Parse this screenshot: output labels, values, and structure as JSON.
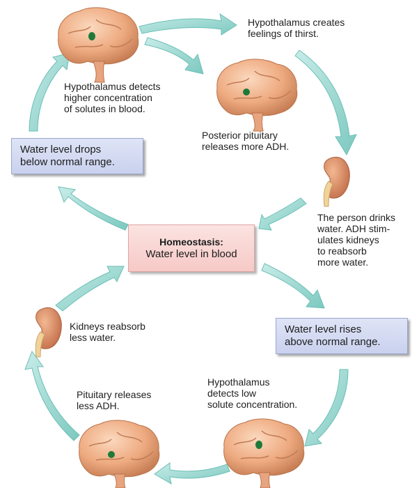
{
  "center_box": {
    "title": "Homeostasis:",
    "subtitle": "Water level in blood"
  },
  "box_drop": "Water level drops\nbelow normal range.",
  "box_rise": "Water level rises\nabove normal range.",
  "labels": {
    "hypo_detects_high": "Hypothalamus detects\nhigher concentration\nof solutes in blood.",
    "hypo_thirst": "Hypothalamus creates\nfeelings of thirst.",
    "posterior_pituitary": "Posterior pituitary\nreleases more ADH.",
    "person_drinks": "The person drinks\nwater. ADH stim-\nulates kidneys\nto reabsorb\nmore water.",
    "kidneys_less": "Kidneys reabsorb\nless water.",
    "pituitary_less": "Pituitary releases\nless ADH.",
    "hypo_detects_low": "Hypothalamus\ndetects low\nsolute concentration."
  },
  "colors": {
    "arrow": "#8fd3cc",
    "arrow_dark": "#5fb8ae",
    "brain": "#f0b690",
    "brain_dark": "#c9825c",
    "kidney": "#d98a63",
    "spot": "#1f7a3a"
  }
}
